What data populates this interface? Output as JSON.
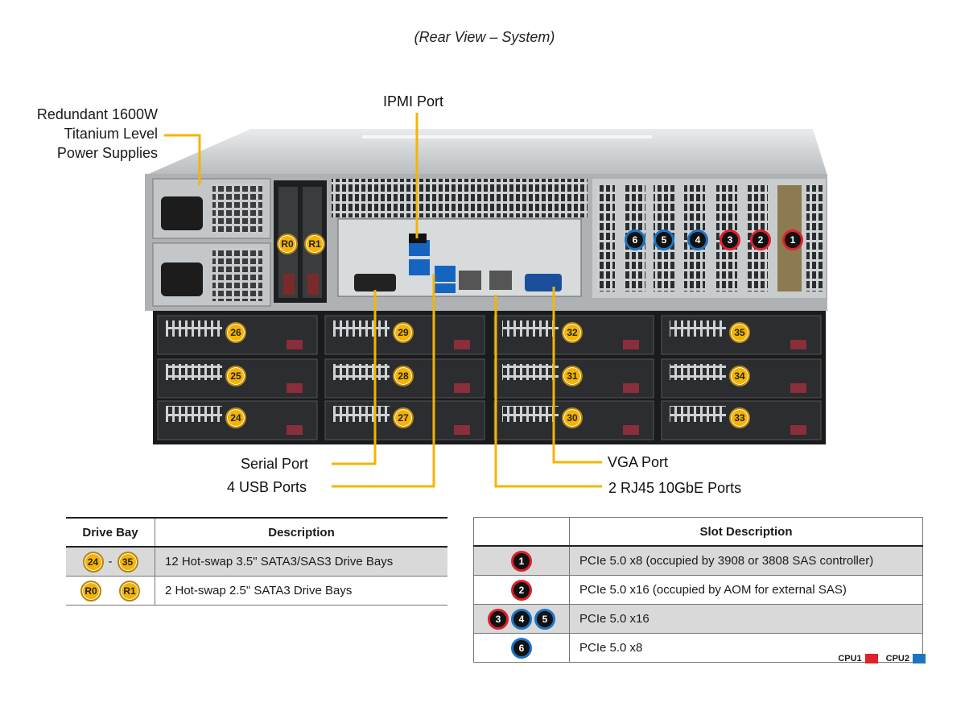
{
  "title": "(Rear View – System)",
  "callouts": {
    "psu": [
      "Redundant 1600W",
      "Titanium Level",
      "Power Supplies"
    ],
    "ipmi": "IPMI Port",
    "serial": "Serial Port",
    "usb": "4 USB Ports",
    "vga": "VGA Port",
    "rj45": "2 RJ45 10GbE Ports"
  },
  "colors": {
    "cpu1": "#e0202a",
    "cpu2": "#1b74c4",
    "callout_line": "#f4b400",
    "badge": "#f4b400"
  },
  "rear_bays": [
    "R0",
    "R1"
  ],
  "drive_bays": [
    [
      "26",
      "29",
      "32",
      "35"
    ],
    [
      "25",
      "28",
      "31",
      "34"
    ],
    [
      "24",
      "27",
      "30",
      "33"
    ]
  ],
  "pcie_slot_badges": [
    {
      "num": "6",
      "cpu": "cpu2"
    },
    {
      "num": "5",
      "cpu": "cpu2"
    },
    {
      "num": "4",
      "cpu": "cpu2"
    },
    {
      "num": "3",
      "cpu": "cpu1"
    },
    {
      "num": "2",
      "cpu": "cpu1"
    },
    {
      "num": "1",
      "cpu": "cpu1"
    }
  ],
  "drive_table": {
    "headers": [
      "Drive Bay",
      "Description"
    ],
    "rows": [
      {
        "badges": [
          "24",
          "35"
        ],
        "sep": "-",
        "desc": "12 Hot-swap 3.5\" SATA3/SAS3 Drive  Bays"
      },
      {
        "badges": [
          "R0",
          "R1"
        ],
        "sep": "",
        "desc": "2 Hot-swap 2.5\" SATA3 Drive  Bays"
      }
    ]
  },
  "slot_table": {
    "headers": [
      "",
      "Slot Description"
    ],
    "rows": [
      {
        "badges": [
          {
            "num": "1",
            "cpu": "cpu1"
          }
        ],
        "desc": "PCIe 5.0 x8 (occupied by 3908 or 3808 SAS controller)"
      },
      {
        "badges": [
          {
            "num": "2",
            "cpu": "cpu1"
          }
        ],
        "desc": "PCIe 5.0 x16 (occupied by AOM for external SAS)"
      },
      {
        "badges": [
          {
            "num": "3",
            "cpu": "cpu1"
          },
          {
            "num": "4",
            "cpu": "cpu2"
          },
          {
            "num": "5",
            "cpu": "cpu2"
          }
        ],
        "desc": "PCIe 5.0 x16"
      },
      {
        "badges": [
          {
            "num": "6",
            "cpu": "cpu2"
          }
        ],
        "desc": "PCIe 5.0 x8"
      }
    ]
  },
  "legend": {
    "cpu1": "CPU1",
    "cpu2": "CPU2"
  }
}
